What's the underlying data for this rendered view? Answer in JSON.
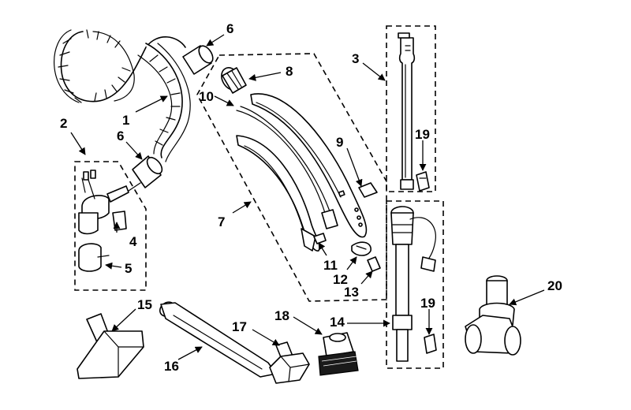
{
  "callouts": {
    "c1": "1",
    "c2": "2",
    "c3": "3",
    "c4": "4",
    "c5": "5",
    "c6a": "6",
    "c6b": "6",
    "c7": "7",
    "c8": "8",
    "c9": "9",
    "c10": "10",
    "c11": "11",
    "c12": "12",
    "c13": "13",
    "c14": "14",
    "c15": "15",
    "c16": "16",
    "c17": "17",
    "c18": "18",
    "c19a": "19",
    "c19b": "19",
    "c20": "20"
  }
}
